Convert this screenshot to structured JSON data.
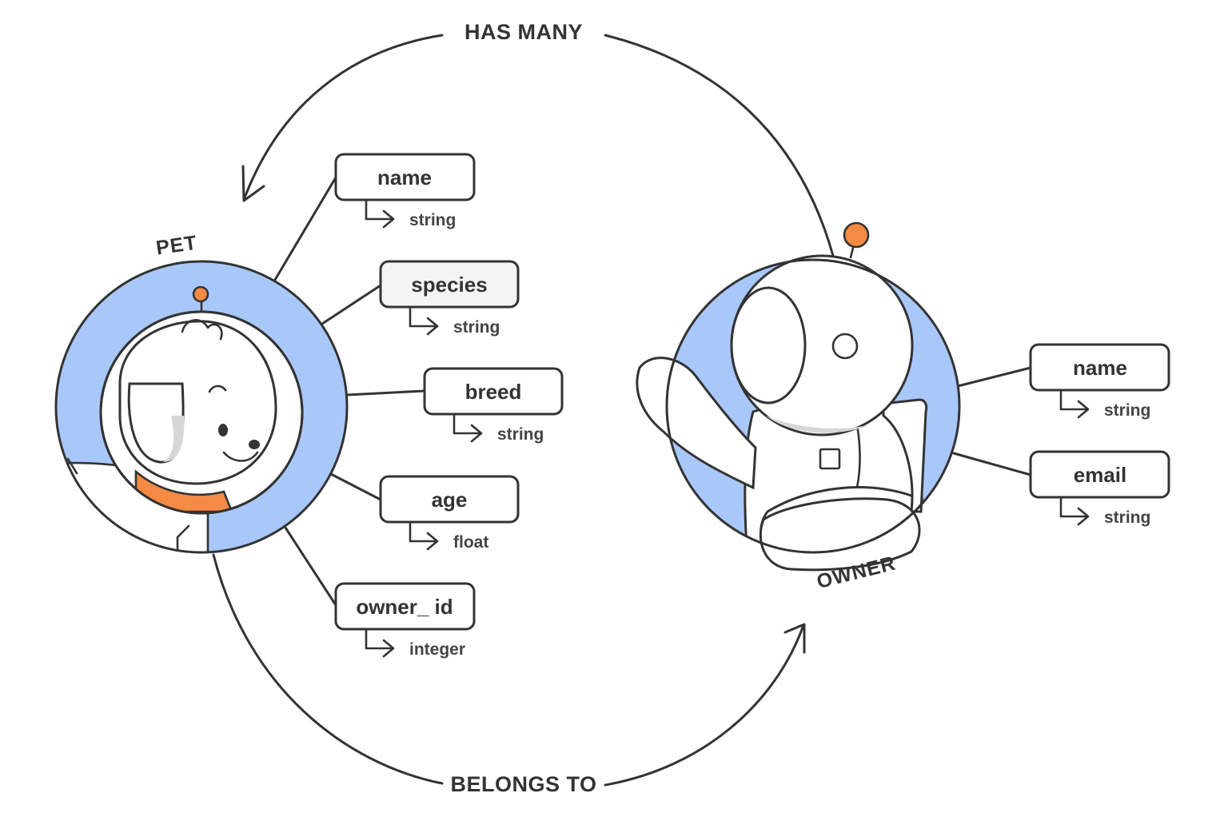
{
  "relationships": {
    "top": "HAS MANY",
    "bottom": "BELONGS TO"
  },
  "pet": {
    "label": "PET",
    "fields": [
      {
        "name": "name",
        "type": "string"
      },
      {
        "name": "species",
        "type": "string"
      },
      {
        "name": "breed",
        "type": "string"
      },
      {
        "name": "age",
        "type": "float"
      },
      {
        "name": "owner_ id",
        "type": "integer"
      }
    ]
  },
  "owner": {
    "label": "OWNER",
    "fields": [
      {
        "name": "name",
        "type": "string"
      },
      {
        "name": "email",
        "type": "string"
      }
    ]
  },
  "colors": {
    "ink": "#333333",
    "ring_blue": "#a9c8fa",
    "accent_orange": "#f58a45",
    "highlight_fill": "#f4f4f4"
  }
}
